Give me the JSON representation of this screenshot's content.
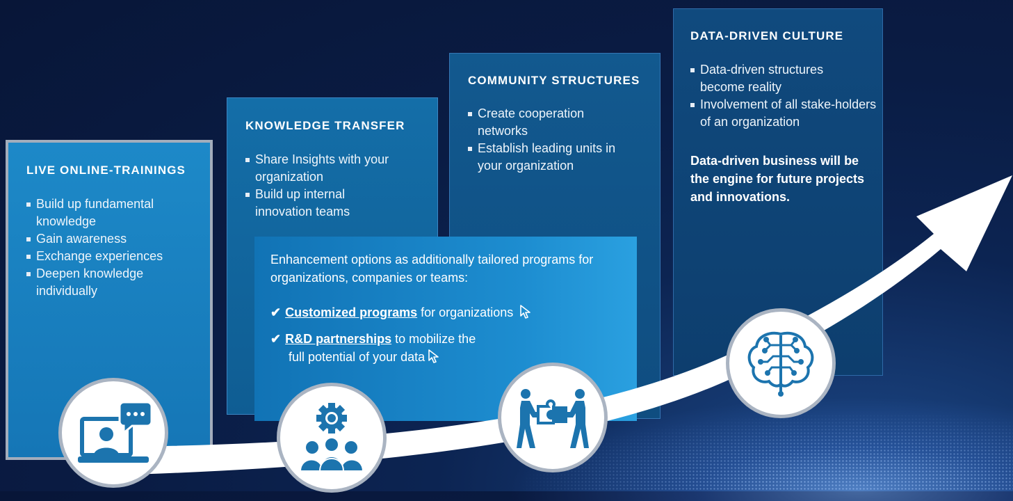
{
  "colors": {
    "background": "#0a1c44",
    "box1": "#1a82c2",
    "box2": "#1168a0",
    "box3": "#11558a",
    "box4": "#0f4678",
    "enhancement_panel": "#1d8dd0",
    "icon_blue": "#1c74ae",
    "arrow": "#ffffff"
  },
  "stages": [
    {
      "title": "LIVE ONLINE-TRAININGS",
      "bullets": [
        "Build up fundamental knowledge",
        "Gain awareness",
        "Exchange experiences",
        "Deepen knowledge individually"
      ],
      "icon": "video-chat-icon"
    },
    {
      "title": "KNOWLEDGE TRANSFER",
      "bullets": [
        "Share Insights with your organization",
        "Build up internal innovation teams"
      ],
      "icon": "team-gear-icon"
    },
    {
      "title": "COMMUNITY STRUCTURES",
      "bullets": [
        "Create cooperation networks",
        "Establish leading units in your organization"
      ],
      "icon": "puzzle-collaboration-icon"
    },
    {
      "title": "DATA-DRIVEN CULTURE",
      "bullets": [
        "Data-driven structures become reality",
        "Involvement of all stake-holders of an organization"
      ],
      "closing": "Data-driven business will be the engine for future projects and innovations.",
      "icon": "circuit-brain-icon"
    }
  ],
  "enhancement": {
    "intro": "Enhancement options as additionally tailored programs for organizations, companies or teams:",
    "items": [
      {
        "check": "✔",
        "link": "Customized programs",
        "text_a": "for organizations",
        "text_b": ""
      },
      {
        "check": "✔",
        "link": "R&D partnerships",
        "text_a": "to mobilize the",
        "text_b": "full potential of your data"
      }
    ]
  }
}
